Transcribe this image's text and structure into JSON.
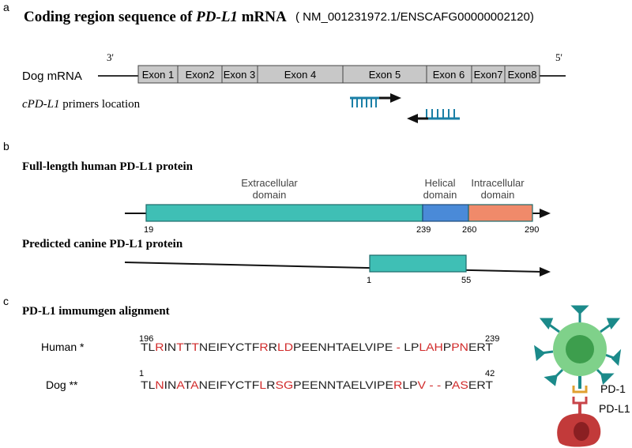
{
  "panel_a": {
    "letter": "a",
    "title_prefix": "Coding region sequence of ",
    "title_gene": "PD-L1",
    "title_suffix": " mRNA",
    "accession": "( NM_001231972.1/ENSCAFG00000002120)",
    "label_3prime": "3'",
    "label_5prime": "5'",
    "mrna_label": "Dog mRNA",
    "exons": [
      "Exon 1",
      "Exon2",
      "Exon 3",
      "Exon 4",
      "Exon 5",
      "Exon 6",
      "Exon7",
      "Exon8"
    ],
    "primer_gene": "cPD-L1",
    "primer_text": "  primers location"
  },
  "panel_b": {
    "letter": "b",
    "human_title": "Full-length human PD-L1 protein",
    "domains": [
      {
        "line1": "Extracellular",
        "line2": "domain",
        "color": "#3fbfb5"
      },
      {
        "line1": "Helical",
        "line2": "domain",
        "color": "#4a8ad8"
      },
      {
        "line1": "Intracellular",
        "line2": "domain",
        "color": "#f08a6a"
      }
    ],
    "human_positions": [
      "19",
      "239",
      "260",
      "290"
    ],
    "canine_title": "Predicted canine PD-L1 protein",
    "canine_positions": [
      "1",
      "55"
    ],
    "canine_color": "#3fbfb5"
  },
  "panel_c": {
    "letter": "c",
    "title": "PD-L1 immumgen alignment",
    "human_label": "Human *",
    "human_start": "196",
    "human_end": "239",
    "human_segments": [
      {
        "t": "TL",
        "red": false
      },
      {
        "t": "R",
        "red": true
      },
      {
        "t": "IN",
        "red": false
      },
      {
        "t": "T",
        "red": true
      },
      {
        "t": "T",
        "red": false
      },
      {
        "t": "T",
        "red": true
      },
      {
        "t": "NEIFYCTF",
        "red": false
      },
      {
        "t": "R",
        "red": true
      },
      {
        "t": "R",
        "red": false
      },
      {
        "t": "LD",
        "red": true
      },
      {
        "t": "PEENHTAELVIPE ",
        "red": false
      },
      {
        "t": "-",
        "red": true
      },
      {
        "t": " LP",
        "red": false
      },
      {
        "t": "LAH",
        "red": true
      },
      {
        "t": "P",
        "red": false
      },
      {
        "t": "PN",
        "red": true
      },
      {
        "t": "ERT",
        "red": false
      }
    ],
    "dog_label": "Dog **",
    "dog_start": "1",
    "dog_end": "42",
    "dog_segments": [
      {
        "t": "TL",
        "red": false
      },
      {
        "t": "N",
        "red": true
      },
      {
        "t": "IN",
        "red": false
      },
      {
        "t": "A",
        "red": true
      },
      {
        "t": "T",
        "red": false
      },
      {
        "t": "A",
        "red": true
      },
      {
        "t": "NEIFYCTF",
        "red": false
      },
      {
        "t": "L",
        "red": true
      },
      {
        "t": "R",
        "red": false
      },
      {
        "t": "SG",
        "red": true
      },
      {
        "t": "PEENNTAELVIPE",
        "red": false
      },
      {
        "t": "R",
        "red": true
      },
      {
        "t": "LP",
        "red": false
      },
      {
        "t": "V - -",
        "red": true
      },
      {
        "t": " P",
        "red": false
      },
      {
        "t": "AS",
        "red": true
      },
      {
        "t": "ERT",
        "red": false
      }
    ],
    "pd1_label": "PD-1",
    "pdl1_label": "PD-L1"
  },
  "colors": {
    "exon_fill": "#c8c8c8",
    "primer_blue": "#1a7fa6",
    "mismatch_red": "#d12a2a",
    "tcell_outer": "#7fd18a",
    "tcell_inner": "#3d9e4d",
    "receptor_teal": "#1b8a8a",
    "tumor_cell": "#c23a3a"
  }
}
